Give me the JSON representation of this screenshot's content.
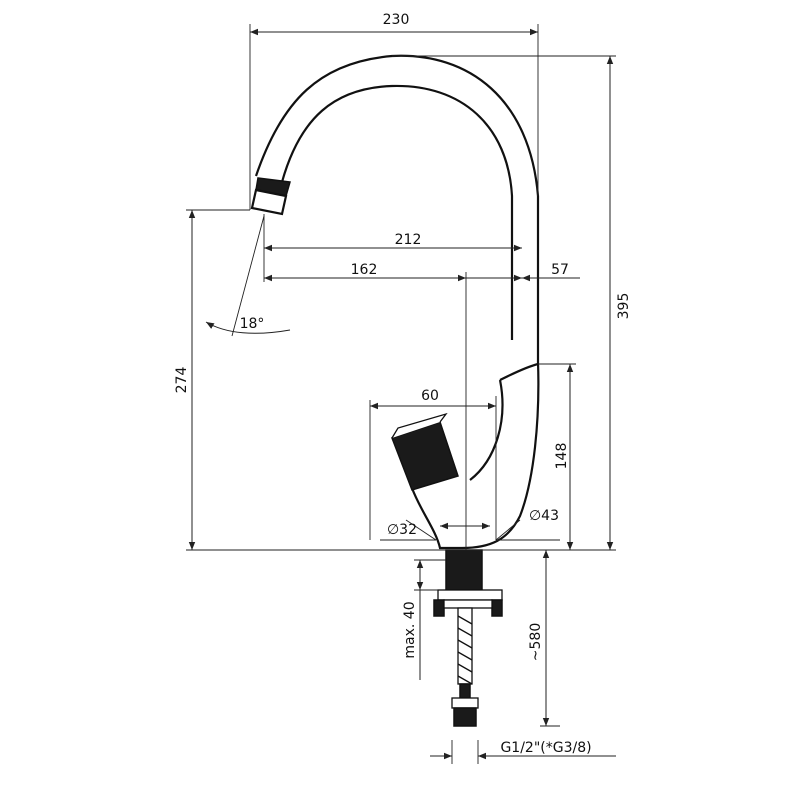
{
  "dimensions": {
    "spout_reach_total": "230",
    "spout_reach_to_axis_outer": "212",
    "spout_reach_to_axis": "162",
    "body_offset": "57",
    "total_height": "395",
    "spout_height": "274",
    "jet_angle": "18°",
    "handle_width": "60",
    "handle_height": "148",
    "mount_diameter": "∅32",
    "base_diameter": "∅43",
    "max_countertop": "max. 40",
    "hose_length": "~580",
    "connection": "G1/2\"(*G3/8)"
  },
  "colors": {
    "line": "#111111",
    "fill": "#1a1a1a",
    "background": "#ffffff"
  }
}
